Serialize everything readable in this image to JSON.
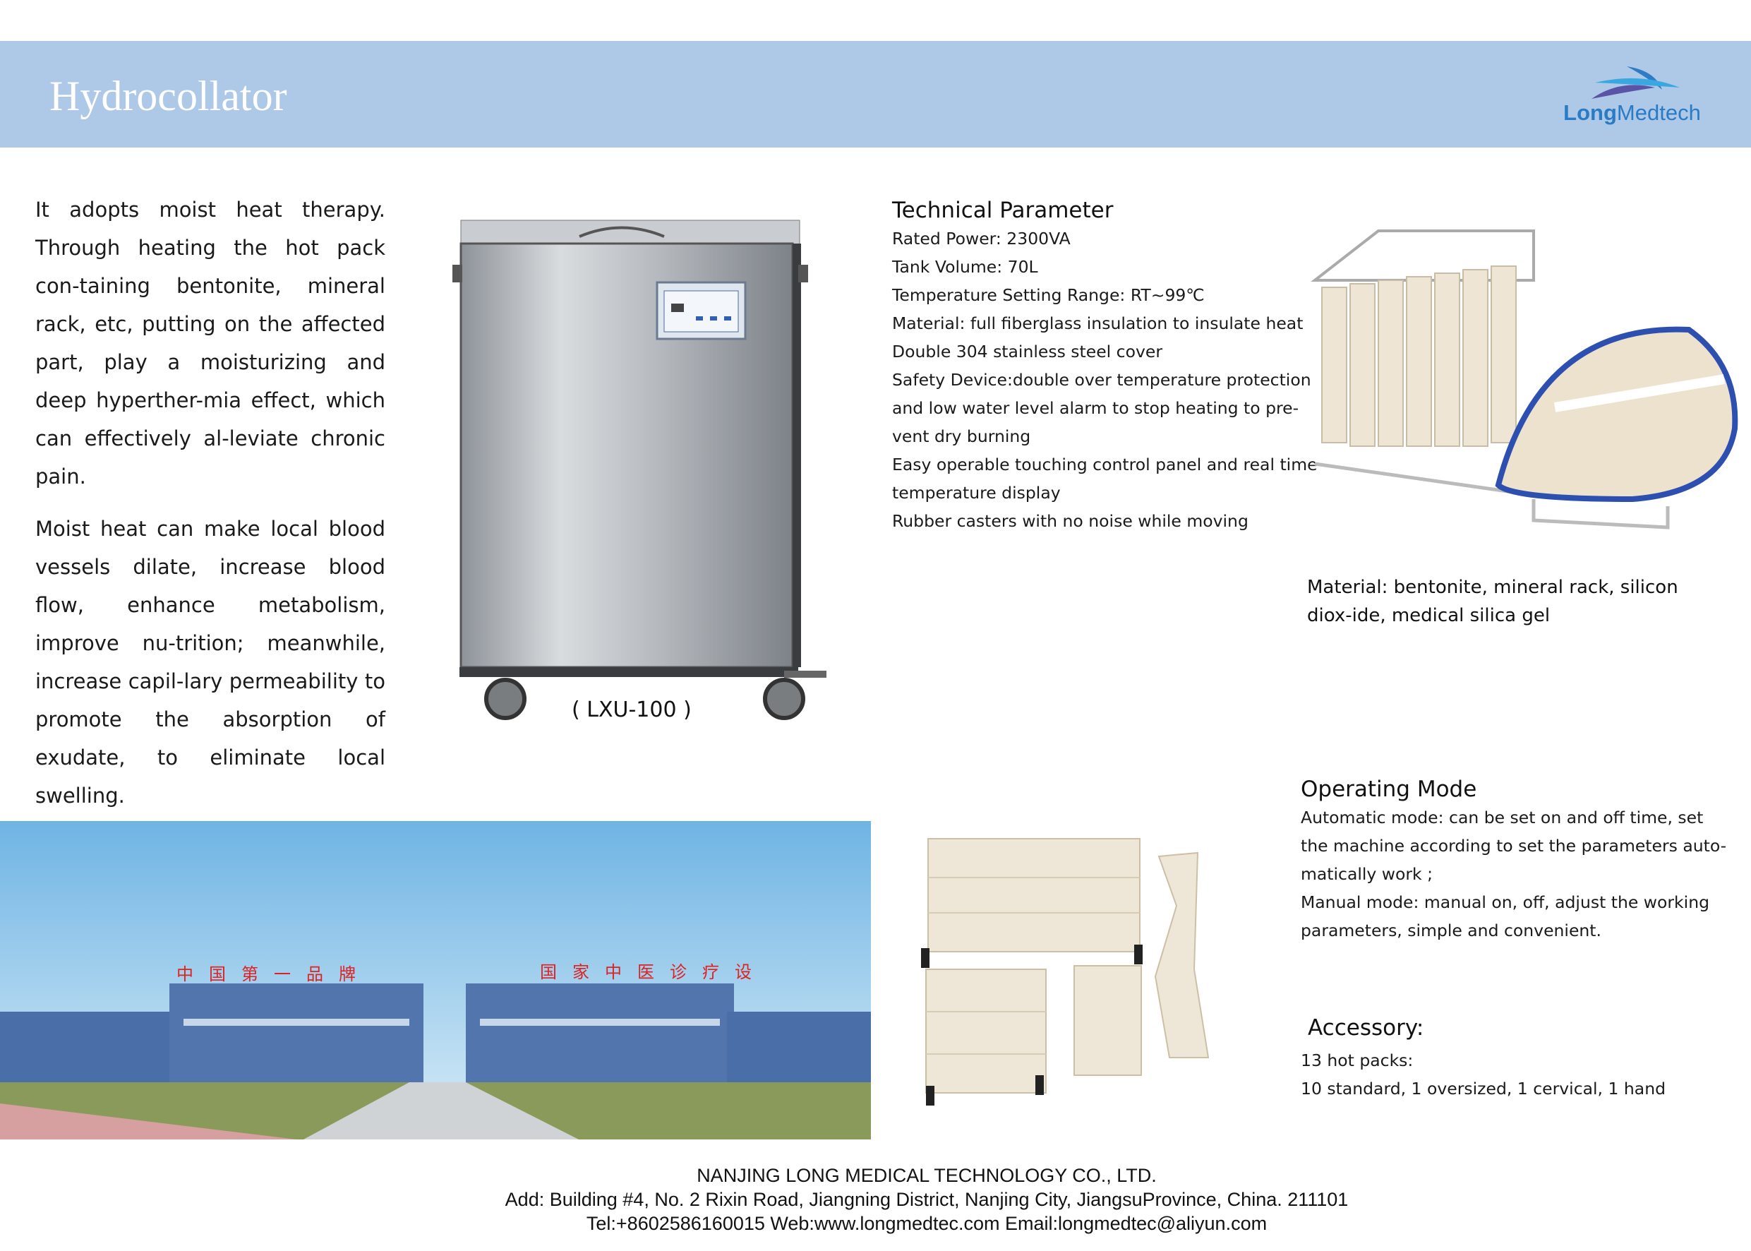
{
  "header": {
    "title": "Hydrocollator",
    "logo_text_bold": "Long",
    "logo_text_regular": "Medtech",
    "band_color": "#aec8e8",
    "logo_color": "#2a7bc4"
  },
  "intro": {
    "paragraph_1": "It adopts moist heat therapy. Through heating the hot pack con-taining bentonite, mineral rack, etc, putting on the affected part, play a moisturizing and deep hyperther-mia effect, which can effectively al-leviate chronic pain.",
    "paragraph_2": "Moist heat can make local blood vessels dilate, increase blood flow, enhance metabolism, improve nu-trition; meanwhile, increase capil-lary permeability to promote the absorption of exudate, to eliminate local swelling."
  },
  "product": {
    "model_label": "( LXU-100 )"
  },
  "technical_parameter": {
    "title": "Technical Parameter",
    "lines": [
      "Rated Power: 2300VA",
      "Tank Volume: 70L",
      "Temperature Setting Range: RT~99℃",
      "Material: full fiberglass insulation to insulate heat",
      "Double 304 stainless steel cover",
      "Safety Device:double over temperature protection",
      "and low water level alarm to stop heating to pre-",
      "vent dry burning",
      "Easy operable touching control panel and real time",
      "temperature display",
      "Rubber casters with no noise while moving"
    ]
  },
  "hot_pack_material": "Material: bentonite, mineral rack, silicon diox-ide, medical silica gel",
  "operating_mode": {
    "title": "Operating Mode",
    "lines": [
      "Automatic mode: can be set on and off time, set",
      "the machine according to set the parameters auto-",
      "matically work ;",
      "Manual mode: manual on, off, adjust the working",
      "parameters, simple and convenient."
    ]
  },
  "accessory": {
    "title": "Accessory:",
    "lines": [
      "13 hot packs:",
      "10 standard, 1 oversized, 1 cervical, 1 hand"
    ]
  },
  "factory_sign_texts": [
    "中国第一品牌",
    "国家中医诊疗设"
  ],
  "footer": {
    "company": "NANJING LONG MEDICAL TECHNOLOGY CO., LTD.",
    "address": "Add: Building #4, No. 2 Rixin Road, Jiangning District, Nanjing City, JiangsuProvince, China. 211101",
    "contact": "Tel:+8602586160015 Web:www.longmedtec.com Email:longmedtec@aliyun.com"
  }
}
